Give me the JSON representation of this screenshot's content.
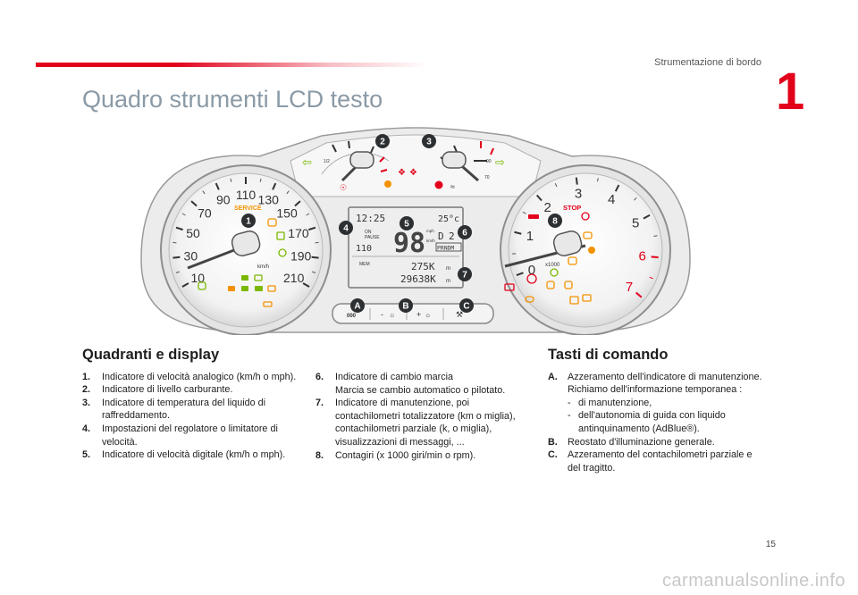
{
  "header": {
    "section": "Strumentazione di bordo",
    "chapter": "1",
    "title": "Quadro strumenti LCD testo"
  },
  "figure": {
    "callouts": [
      "1",
      "2",
      "3",
      "4",
      "5",
      "6",
      "7",
      "8",
      "A",
      "B",
      "C"
    ],
    "speedo": {
      "ticks": [
        "10",
        "30",
        "50",
        "70",
        "90",
        "110",
        "130",
        "150",
        "170",
        "190",
        "210"
      ],
      "unit": "km/h",
      "service": "SERVICE"
    },
    "tacho": {
      "ticks": [
        "0",
        "1",
        "2",
        "3",
        "4",
        "5",
        "6",
        "7"
      ],
      "unit": "x1000",
      "stop": "STOP"
    },
    "fuel": {
      "half": "1/2"
    },
    "temp": {
      "low": "90",
      "high": "70"
    },
    "lcd": {
      "time": "12:25",
      "temp": "25°c",
      "speed": "98",
      "speed_unit_mph": "mph",
      "speed_unit_kmh": "km/h",
      "limit": "110",
      "on": "ON",
      "pause": "PAUSE",
      "gear": "D",
      "gear_num": "2",
      "gear_row": "PRNDM",
      "mem": "MEM",
      "trip": "275K",
      "trip_unit": "m",
      "odo": "29638K",
      "odo_unit": "m"
    },
    "buttons": {
      "odo": "000",
      "minus": "-",
      "plus": "+"
    }
  },
  "col1": {
    "heading": "Quadranti e display",
    "items": [
      {
        "n": "1.",
        "t": "Indicatore di velocità analogico (km/h o mph)."
      },
      {
        "n": "2.",
        "t": "Indicatore di livello carburante."
      },
      {
        "n": "3.",
        "t": "Indicatore di temperatura del liquido di raffreddamento."
      },
      {
        "n": "4.",
        "t": "Impostazioni del regolatore o limitatore di velocità."
      },
      {
        "n": "5.",
        "t": "Indicatore di velocità digitale (km/h o mph)."
      }
    ]
  },
  "col2": {
    "items": [
      {
        "n": "6.",
        "t": "Indicatore di cambio marcia",
        "t2": "Marcia se cambio automatico o pilotato."
      },
      {
        "n": "7.",
        "t": "Indicatore di manutenzione, poi contachilometri totalizzatore (km o miglia), contachilometri parziale (k, o miglia), visualizzazioni di messaggi, ..."
      },
      {
        "n": "8.",
        "t": "Contagiri (x 1000 giri/min o rpm)."
      }
    ]
  },
  "col3": {
    "heading": "Tasti di comando",
    "a_n": "A.",
    "a_t": "Azzeramento dell'indicatore di manutenzione.",
    "a_t2": "Richiamo dell'informazione temporanea :",
    "a_sub": [
      {
        "d": "-",
        "t": "di manutenzione,"
      },
      {
        "d": "-",
        "t": "dell'autonomia di guida con liquido antinquinamento (AdBlue®)."
      }
    ],
    "b_n": "B.",
    "b_t": "Reostato d'illuminazione generale.",
    "c_n": "C.",
    "c_t": "Azzeramento del contachilometri parziale e del tragitto."
  },
  "footer": {
    "page": "15",
    "watermark": "carmanualsonline.info"
  },
  "colors": {
    "accent": "#e2001a",
    "title": "#8a9aa6",
    "callout": "#2d3033",
    "warning_green": "#7ab800",
    "warning_orange": "#f39200"
  }
}
